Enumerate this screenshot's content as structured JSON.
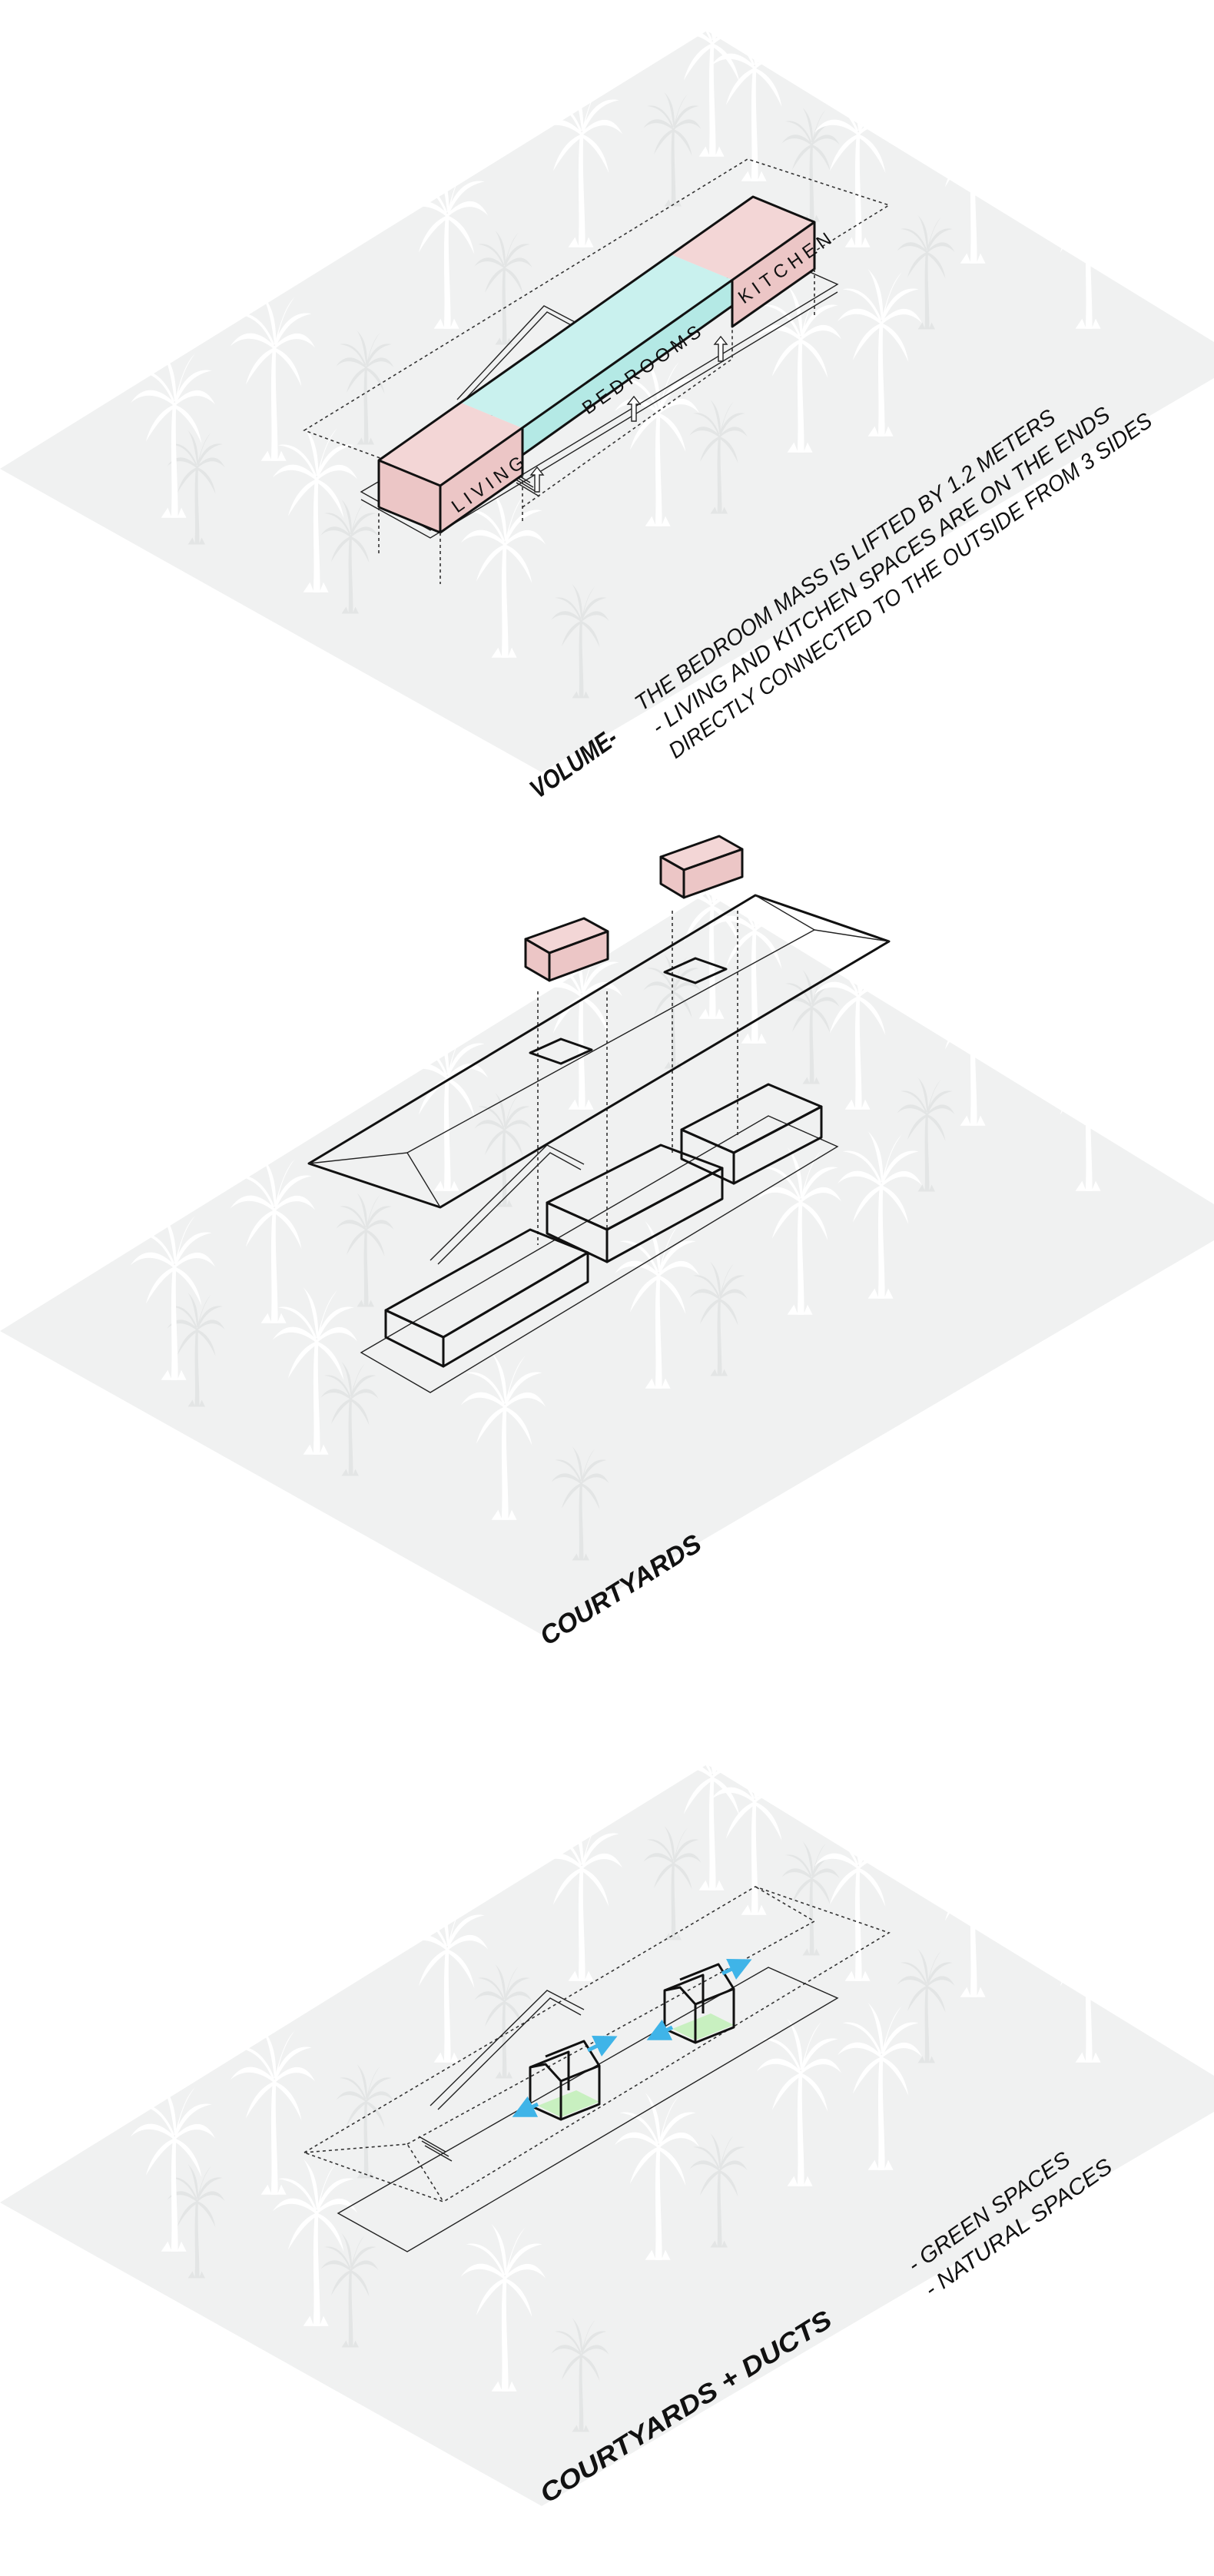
{
  "panels": [
    {
      "title": "VOLUME-",
      "lines": [
        "THE BEDROOM MASS IS LIFTED BY 1.2 METERS",
        "- LIVING AND KITCHEN  SPACES ARE ON THE ENDS",
        "DIRECTLY CONNECTED TO THE OUTSIDE FROM 3 SIDES"
      ],
      "labels": {
        "living": "LIVING",
        "bedrooms": "BEDROOMS",
        "kitchen": "KITCHEN"
      }
    },
    {
      "title": "COURTYARDS",
      "lines": []
    },
    {
      "title": "COURTYARDS + DUCTS",
      "lines": [
        "- GREEN SPACES",
        "- NATURAL SPACES"
      ]
    }
  ],
  "colors": {
    "ground": "#f0f1f1",
    "living_kitchen": "#f3d6d6",
    "bedrooms": "#c9f1ee",
    "green_space": "#c8f0c0",
    "airflow_arrow": "#3fb4e8"
  }
}
